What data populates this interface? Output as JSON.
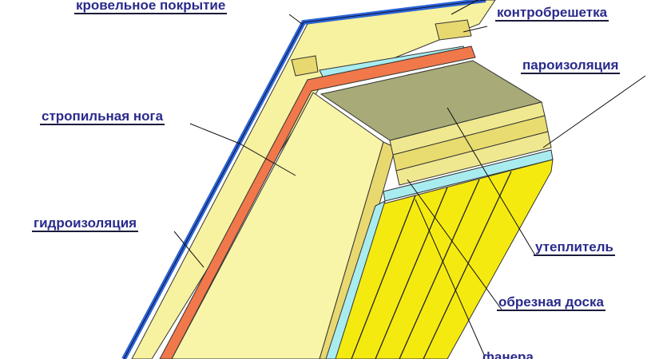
{
  "labels": {
    "roof_covering": "кровельное покрытие",
    "counter_batten": "контробрешетка",
    "vapor_barrier": "пароизоляция",
    "rafter": "стропильная нога",
    "waterproofing": "гидроизоляция",
    "insulation": "утеплитель",
    "edged_board": "обрезная доска",
    "plywood": "фанера"
  },
  "colors": {
    "roof": "#2a64d8",
    "board": "#f7f2a0",
    "orange": "#f0784a",
    "insulation": "#a8ab78",
    "planks": "#f5ea10",
    "cyan": "#a8ecf0",
    "text": "#2a2a8c"
  }
}
